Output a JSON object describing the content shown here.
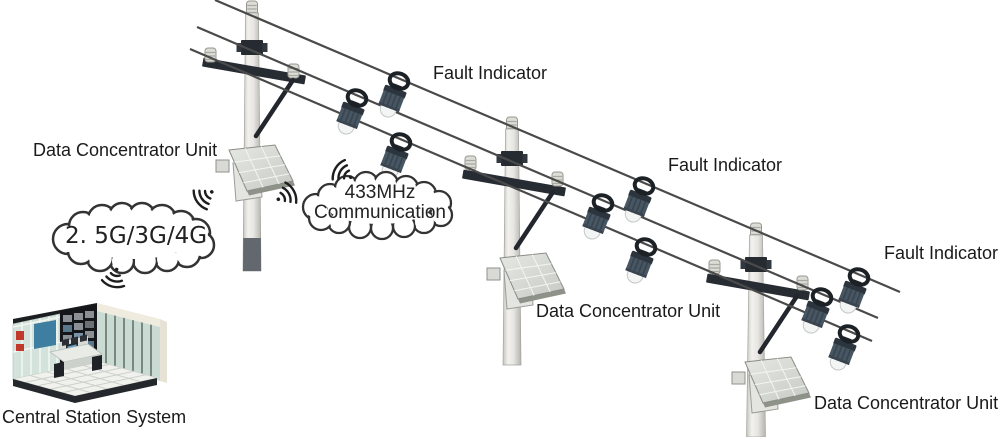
{
  "scene": {
    "title": "Overhead line fault indicator monitoring system diagram",
    "labels": {
      "fault_indicator_1": "Fault Indicator",
      "fault_indicator_2": "Fault Indicator",
      "fault_indicator_3": "Fault Indicator",
      "data_concentrator_1": "Data Concentrator Unit",
      "data_concentrator_2": "Data Concentrator Unit",
      "data_concentrator_3": "Data Concentrator Unit",
      "central_station": "Central Station System"
    },
    "clouds": {
      "cellular_text": "2. 5G/3G/4G",
      "rf_line1": "433MHz",
      "rf_line2": "Communication"
    },
    "icons": {
      "wifi": "wifi-signal-icon",
      "fault_indicator_device": "fault-indicator-device-icon",
      "solar_unit": "solar-panel-dcu-icon",
      "utility_pole": "utility-pole-icon",
      "power_line": "power-line",
      "cloud": "cloud-outline-icon",
      "control_room": "control-room-image"
    },
    "colors": {
      "background": "#ffffff",
      "text": "#1a1a1a",
      "wire": "#4a4a4a",
      "cloud_stroke": "#333333",
      "pole_light": "#f2f1ed",
      "pole_shade": "#b5b4ae",
      "hardware_dark": "#272c33",
      "device_body": "#475663",
      "device_dome": "#f3f5f4",
      "glass_teal": "#cfe0d6",
      "screen_blue": "#4381a5",
      "alert_red": "#c0392b"
    }
  }
}
